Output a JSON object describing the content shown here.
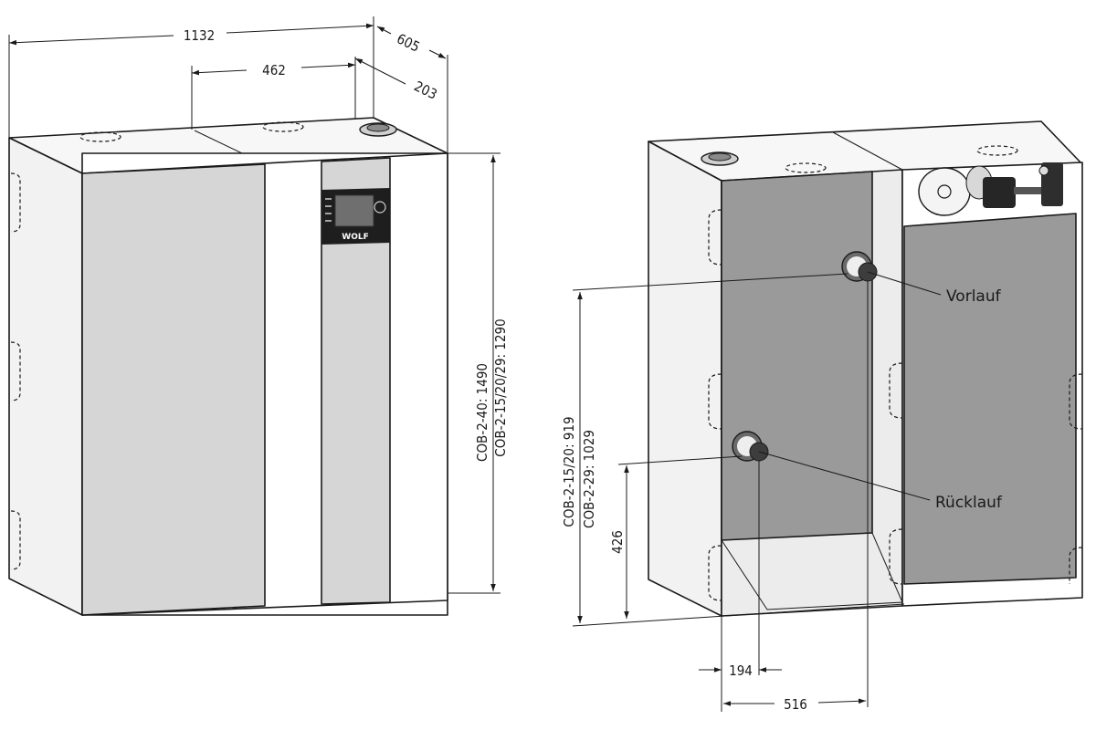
{
  "left_view": {
    "dims": {
      "total_width": "1132",
      "depth": "605",
      "flue_offset": "462",
      "flue_depth": "203",
      "height_1": "COB-2-40: 1490",
      "height_2": "COB-2-15/20/29: 1290"
    },
    "brand": "WOLF"
  },
  "right_view": {
    "dims": {
      "height_1": "COB-2-15/20: 919",
      "height_2": "COB-2-29: 1029",
      "return_height": "426",
      "return_offset": "194",
      "flow_offset": "516"
    },
    "callouts": {
      "flow": "Vorlauf",
      "return": "Rücklauf"
    }
  },
  "colors": {
    "panel_grey": "#d6d6d6",
    "dark_grey": "#9a9a9a",
    "top_white": "#f7f7f7",
    "line": "#1a1a1a"
  }
}
